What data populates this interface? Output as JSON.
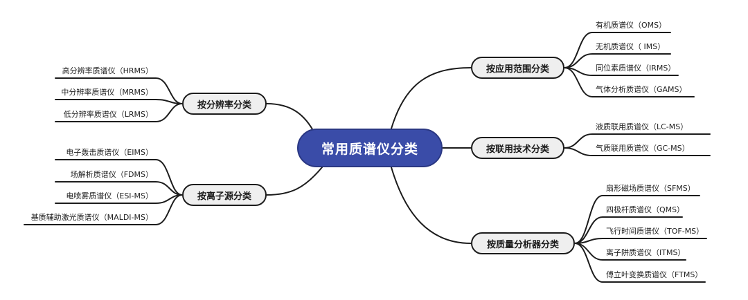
{
  "center": {
    "label": "常用质谱仪分类"
  },
  "categories": {
    "resolution": {
      "label": "按分辨率分类",
      "items": [
        "高分辨率质谱仪（HRMS）",
        "中分辨率质谱仪（MRMS）",
        "低分辨率质谱仪（LRMS）"
      ]
    },
    "ion_source": {
      "label": "按离子源分类",
      "items": [
        "电子轰击质谱仪（EIMS）",
        "场解析质谱仪（FDMS）",
        "电喷雾质谱仪（ESI-MS）",
        "基质辅助激光质谱仪（MALDI-MS）"
      ]
    },
    "application": {
      "label": "按应用范围分类",
      "items": [
        "有机质谱仪（OMS）",
        "无机质谱仪（ IMS）",
        "同位素质谱仪（IRMS）",
        "气体分析质谱仪（GAMS）"
      ]
    },
    "coupling": {
      "label": "按联用技术分类",
      "items": [
        "液质联用质谱仪（LC-MS）",
        "气质联用质谱仪（GC-MS）"
      ]
    },
    "analyzer": {
      "label": "按质量分析器分类",
      "items": [
        "扇形磁场质谱仪（SFMS）",
        "四极杆质谱仪（QMS）",
        "飞行时间质谱仪（TOF-MS）",
        "离子阱质谱仪（ITMS）",
        "傅立叶变换质谱仪（FTMS）"
      ]
    }
  }
}
